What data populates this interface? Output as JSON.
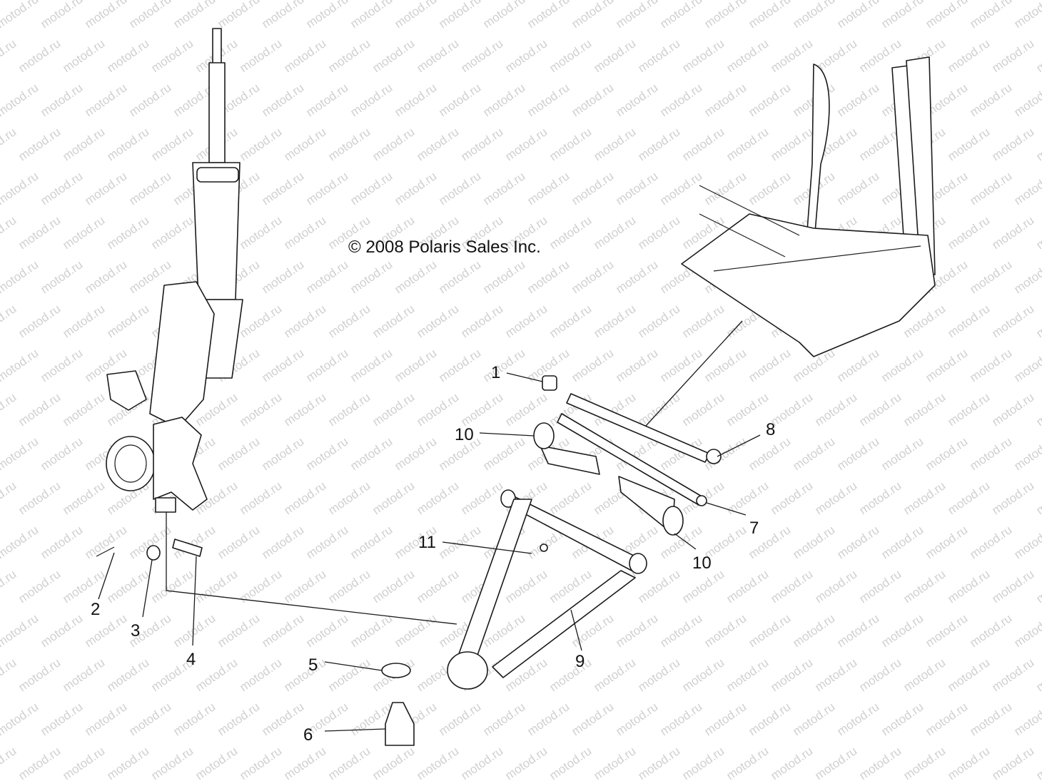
{
  "copyright": "© 2008 Polaris Sales Inc.",
  "watermark": "motod.ru",
  "callouts": [
    "1",
    "2",
    "3",
    "4",
    "5",
    "6",
    "7",
    "8",
    "9",
    "10",
    "10",
    "11"
  ],
  "icons": {
    "strut": "strut-assembly-icon",
    "knuckle": "steering-knuckle-icon",
    "frame": "frame-section-icon",
    "a_arm": "a-arm-icon"
  },
  "colors": {
    "line": "#1a1a1a",
    "background": "#ffffff",
    "watermark": "#d0d0d0"
  }
}
